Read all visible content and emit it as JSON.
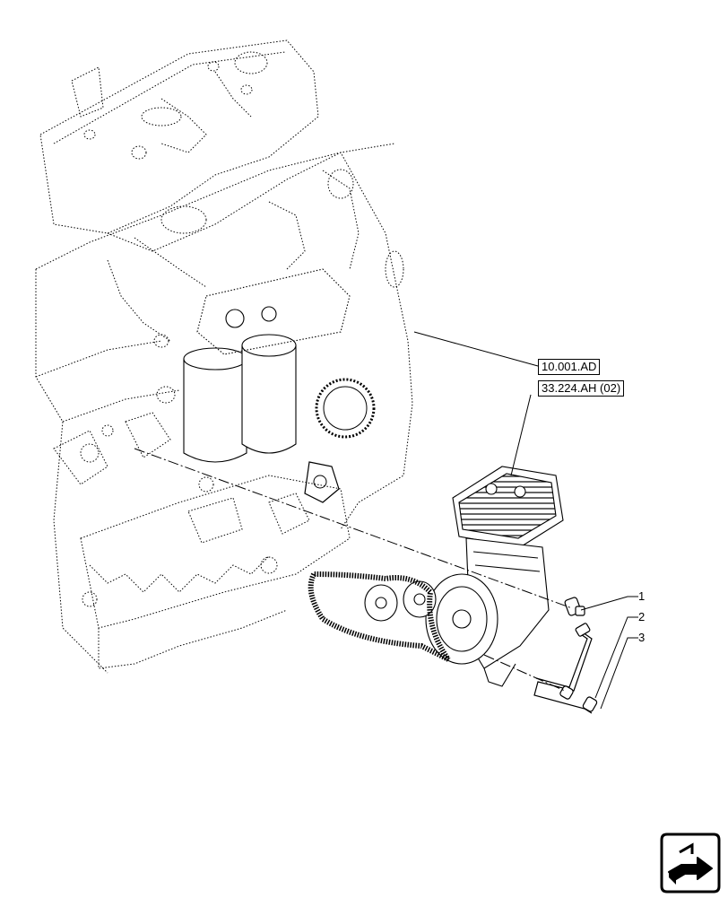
{
  "references": {
    "ref1": "10.001.AD",
    "ref2": "33.224.AH (02)"
  },
  "callouts": [
    "1",
    "2",
    "3"
  ],
  "icons": {
    "navigation": "forward-arrow-icon"
  }
}
